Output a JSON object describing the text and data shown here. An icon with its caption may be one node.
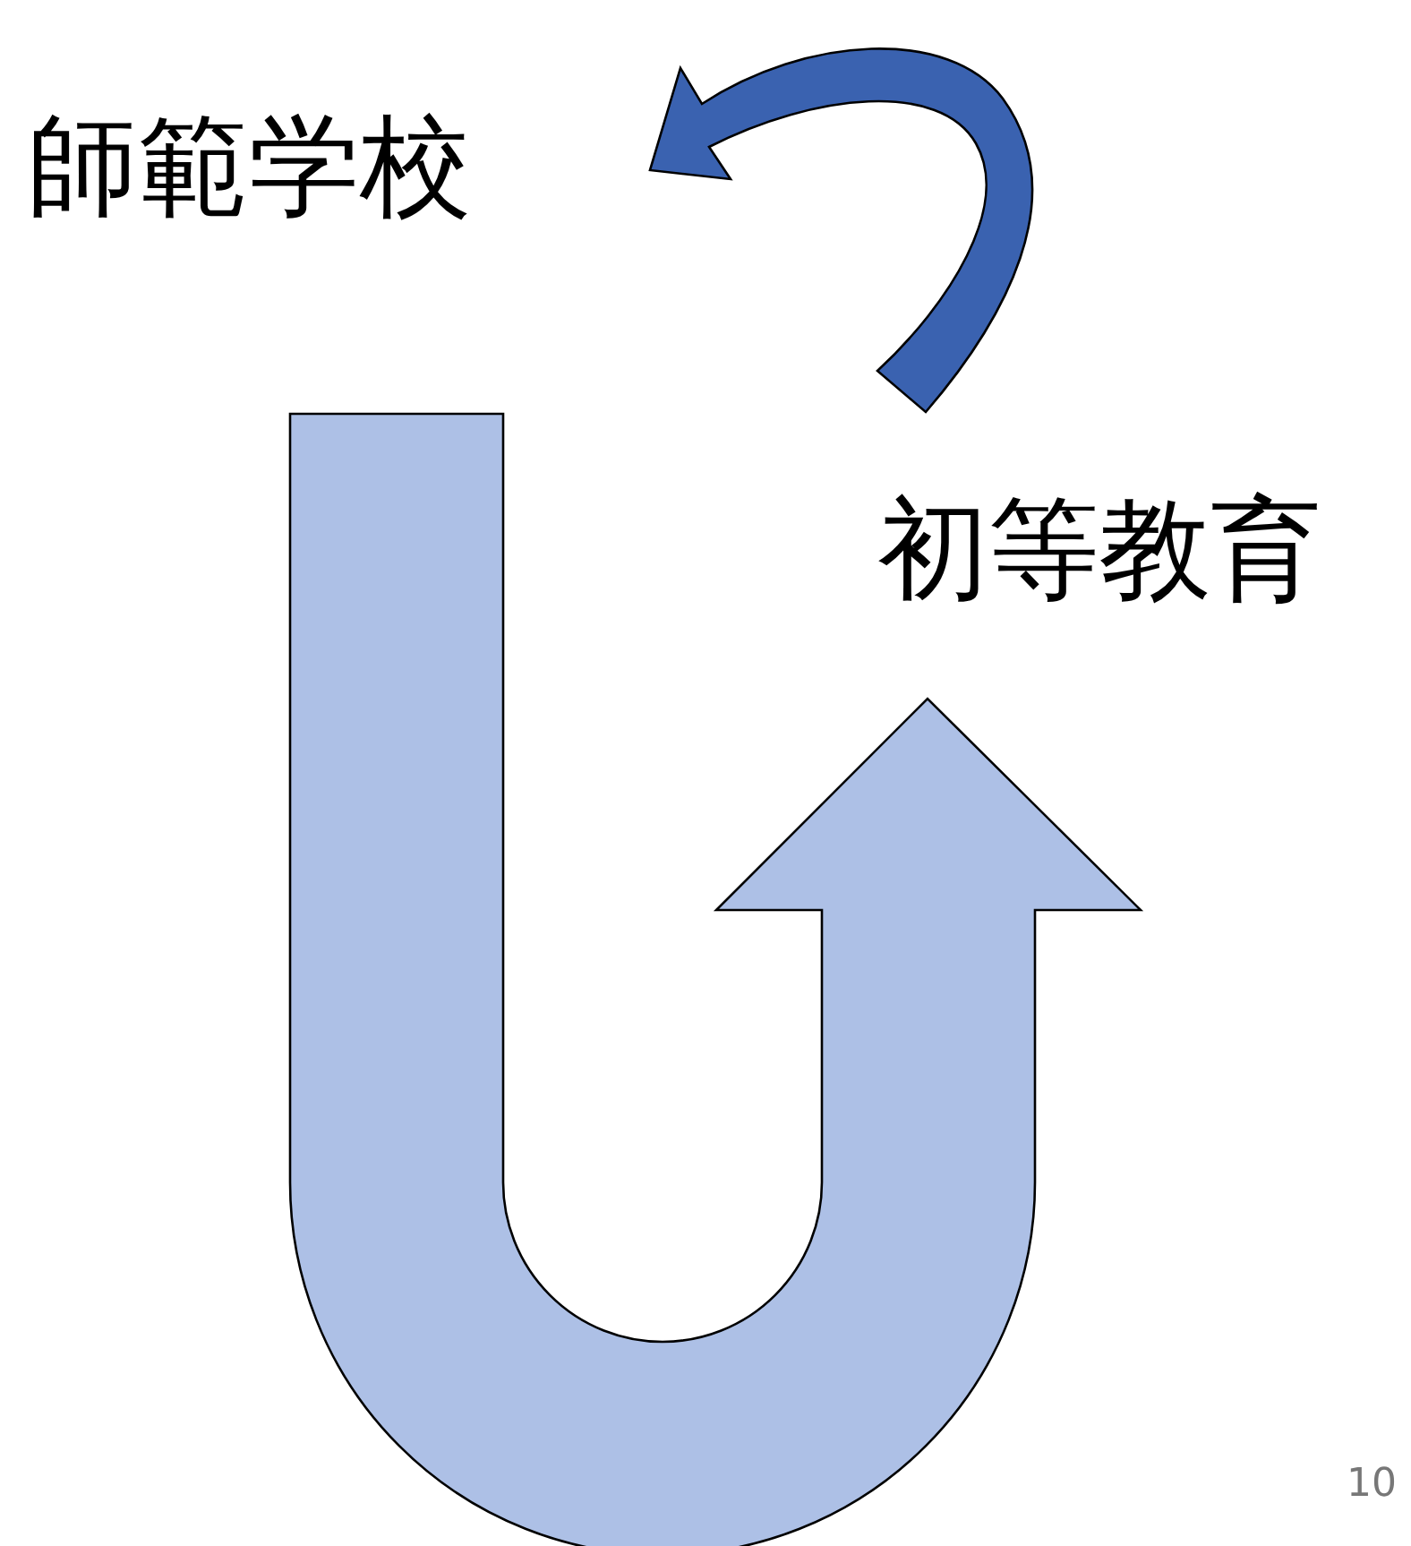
{
  "diagram": {
    "nodes": [
      {
        "text": [
          "師範学校"
        ]
      },
      {
        "text": [
          "初等教育"
        ]
      }
    ],
    "edges": [
      {
        "from": 1,
        "to": 0,
        "arrow": "to",
        "color": "#3a62b0"
      },
      {
        "from": null,
        "to": 1,
        "arrow": "to",
        "color": "#adc0e6"
      }
    ],
    "labels": [
      "10"
    ]
  }
}
